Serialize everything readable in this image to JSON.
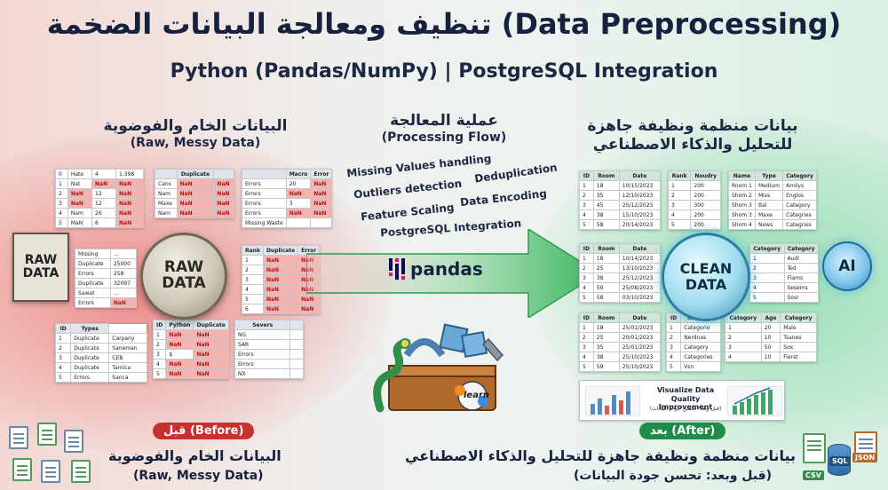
{
  "header": {
    "title": "تنظيف ومعالجة البيانات الضخمة (Data Preprocessing)",
    "subtitle": "Python (Pandas/NumPy) | PostgreSQL Integration"
  },
  "left": {
    "title_ar": "البيانات الخام والفوضوية",
    "title_en": "(Raw, Messy Data)",
    "doc_label": "RAW DATA",
    "badge_label": "RAW DATA",
    "pill": "قبل (Before)",
    "bottom_ar": "البيانات الخام والفوضوية",
    "bottom_en": "(Raw, Messy Data)"
  },
  "center": {
    "title_ar": "عملية المعالجة",
    "title_en": "(Processing Flow)",
    "steps": [
      "Missing Values handling",
      "Outliers detection",
      "Deduplication",
      "Feature Scaling",
      "Data Encoding",
      "PostgreSQL Integration"
    ],
    "pandas_label": "pandas",
    "learn_label": "learn"
  },
  "right": {
    "title_ar_1": "بيانات منظمة ونظيفة جاهزة",
    "title_ar_2": "للتحليل والذكاء الاصطناعي",
    "badge_label": "CLEAN DATA",
    "ai_label": "AI",
    "vis_title": "Visualize Data Quality Improvement",
    "vis_sub": "(قبل وبعد: تحسن جودة البيانات)",
    "pill": "بعد (After)",
    "bottom_ar": "بيانات منظمة ونظيفة جاهزة للتحليل والذكاء الاصطناعي",
    "bottom_en": "(قبل وبعد: تحسن جودة البيانات)",
    "file_labels": [
      "CSV",
      "SQL",
      "JSON"
    ]
  },
  "raw_tables": {
    "t1": {
      "rows": [
        [
          "0",
          "Hate",
          "4",
          "1,398"
        ],
        [
          "1",
          "Nat",
          "NaN",
          "NaN"
        ],
        [
          "2",
          "NaN",
          "12",
          "NaN"
        ],
        [
          "3",
          "NaN",
          "12",
          "NaN"
        ],
        [
          "4",
          "Nam",
          "26",
          "NaN"
        ],
        [
          "5",
          "MaN",
          "6",
          "NaN"
        ]
      ]
    },
    "t2": {
      "head": [
        "",
        "Duplicate",
        ""
      ],
      "rows": [
        [
          "Cans",
          "NaN",
          "NaN"
        ],
        [
          "Nam",
          "NaN",
          "NaN"
        ],
        [
          "Maxe",
          "NaN",
          "NaN"
        ],
        [
          "Nam",
          "NaN",
          "NaN"
        ]
      ]
    },
    "t3": {
      "head": [
        "",
        "Macro",
        "Error"
      ],
      "rows": [
        [
          "Errors",
          "20",
          "NaN"
        ],
        [
          "Errors",
          "NaN",
          "NaN"
        ],
        [
          "Errors",
          "3",
          "NaN"
        ],
        [
          "Errors",
          "NaN",
          "NaN"
        ],
        [
          "Missing Waste",
          "",
          ""
        ]
      ]
    },
    "t4": {
      "rows": [
        [
          "Missing",
          "..."
        ],
        [
          "Duplicate",
          "25000"
        ],
        [
          "Errors",
          "258"
        ],
        [
          "Duplicate",
          "32097"
        ],
        [
          "Sawat",
          "..."
        ],
        [
          "Errors",
          "NaN"
        ]
      ]
    },
    "t5": {
      "head": [
        "Rank",
        "Duplicate",
        "Error"
      ],
      "rows": [
        [
          "1",
          "NaN",
          "NaN"
        ],
        [
          "2",
          "NaN",
          "NaN"
        ],
        [
          "3",
          "NaN",
          "NaN"
        ],
        [
          "4",
          "NaN",
          "NaN"
        ],
        [
          "5",
          "NaN",
          "NaN"
        ],
        [
          "6",
          "NaN",
          "NaN"
        ]
      ]
    },
    "t6": {
      "head": [
        "ID",
        "Types"
      ],
      "rows": [
        [
          "1",
          "Duplicate",
          "Carpany"
        ],
        [
          "2",
          "Duplicate",
          "Saneman"
        ],
        [
          "3",
          "Duplicate",
          "CEB"
        ],
        [
          "4",
          "Duplicate",
          "Tamica"
        ],
        [
          "5",
          "Errors",
          "Sanca"
        ]
      ]
    },
    "t7": {
      "head": [
        "ID",
        "Python",
        "Duplicate"
      ],
      "rows": [
        [
          "1",
          "NaN",
          "NaN"
        ],
        [
          "2",
          "NaN",
          "NaN"
        ],
        [
          "3",
          "$",
          "NaN"
        ],
        [
          "4",
          "NaN",
          "NaN"
        ],
        [
          "5",
          "NaN",
          "NaN"
        ]
      ]
    },
    "t8": {
      "head": [
        "Severs",
        ""
      ],
      "rows": [
        [
          "NG",
          ""
        ],
        [
          "SAR",
          ""
        ],
        [
          "Errors",
          ""
        ],
        [
          "Errors",
          ""
        ],
        [
          "NX",
          ""
        ]
      ]
    }
  },
  "clean_tables": {
    "c1": {
      "head": [
        "ID",
        "Room",
        "Date"
      ],
      "rows": [
        [
          "1",
          "18",
          "10/15/2023"
        ],
        [
          "2",
          "35",
          "12/10/2023"
        ],
        [
          "3",
          "45",
          "25/12/2023"
        ],
        [
          "4",
          "38",
          "15/10/2023"
        ],
        [
          "5",
          "58",
          "20/14/2023"
        ]
      ]
    },
    "c2": {
      "head": [
        "Rank",
        "Noudry"
      ],
      "rows": [
        [
          "1",
          "200"
        ],
        [
          "2",
          "200"
        ],
        [
          "3",
          "300"
        ],
        [
          "4",
          "200"
        ],
        [
          "5",
          "200"
        ]
      ]
    },
    "c3": {
      "head": [
        "Name",
        "Type",
        "Category"
      ],
      "rows": [
        [
          "Room 1",
          "Medium",
          "Amilys"
        ],
        [
          "Shom 2",
          "Miss",
          "Englos"
        ],
        [
          "Shom 3",
          "Bal",
          "Category"
        ],
        [
          "Shom 3",
          "Maxe",
          "Categries"
        ],
        [
          "Shom 4",
          "News",
          "Categries"
        ]
      ]
    },
    "c4": {
      "head": [
        "ID",
        "Room",
        "Date"
      ],
      "rows": [
        [
          "1",
          "18",
          "10/14/2023"
        ],
        [
          "2",
          "25",
          "13/10/2023"
        ],
        [
          "3",
          "38",
          "25/12/2023"
        ],
        [
          "4",
          "50",
          "25/08/2023"
        ],
        [
          "5",
          "58",
          "03/10/2023"
        ]
      ]
    },
    "c5": {
      "head": [
        "Category",
        "Category"
      ],
      "rows": [
        [
          "1",
          "Audi"
        ],
        [
          "2",
          "Ted"
        ],
        [
          "3",
          "Flams"
        ],
        [
          "4",
          "Sesems"
        ],
        [
          "5",
          "Sosr"
        ]
      ]
    },
    "c6": {
      "head": [
        "ID",
        "Room",
        "Date"
      ],
      "rows": [
        [
          "1",
          "18",
          "25/01/2023"
        ],
        [
          "2",
          "25",
          "20/01/2023"
        ],
        [
          "3",
          "35",
          "25/01/2023"
        ],
        [
          "4",
          "38",
          "25/10/2023"
        ],
        [
          "5",
          "59",
          "25/10/2023"
        ]
      ]
    },
    "c7": {
      "head": [
        "ID",
        "Category"
      ],
      "rows": [
        [
          "1",
          "Categorie"
        ],
        [
          "2",
          "Nerdnas"
        ],
        [
          "3",
          "Category"
        ],
        [
          "4",
          "Categories"
        ],
        [
          "5",
          "Vsn"
        ]
      ]
    },
    "c8": {
      "head": [
        "Category",
        "Age",
        "Category"
      ],
      "rows": [
        [
          "1",
          "20",
          "Male"
        ],
        [
          "2",
          "10",
          "Tsanes"
        ],
        [
          "3",
          "50",
          "Sox"
        ],
        [
          "4",
          "10",
          "Fierst"
        ]
      ]
    }
  }
}
